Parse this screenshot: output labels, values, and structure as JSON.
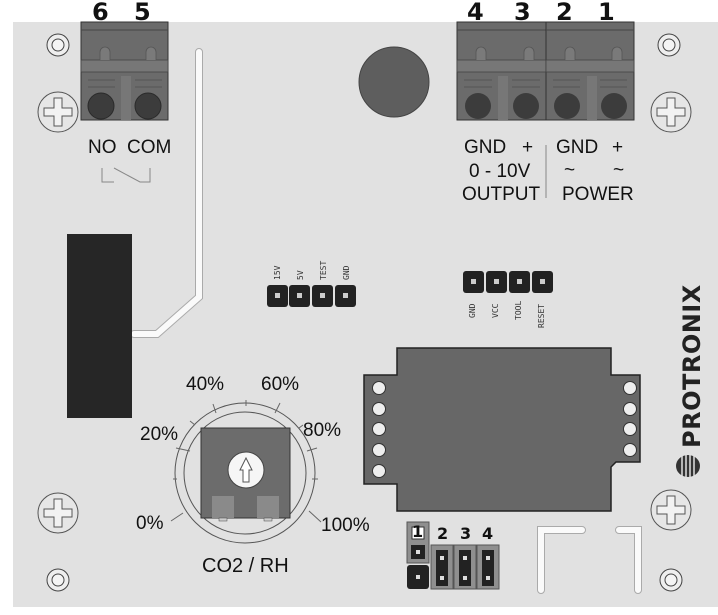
{
  "board": {
    "brand": "PROTRONIX",
    "colors": {
      "board": "#e1e1e1",
      "terminal": "#6b6b6b",
      "dark_component": "#262626",
      "module": "#676767",
      "button": "#5e5e5e"
    }
  },
  "relay_terminal": {
    "numbers": [
      "6",
      "5"
    ],
    "labels": [
      "NO",
      "COM"
    ],
    "symbol": "normally-open-switch-icon"
  },
  "output_terminal": {
    "numbers": [
      "4",
      "3"
    ],
    "labels": [
      "GND",
      "+"
    ],
    "range": "0 - 10V",
    "title": "OUTPUT"
  },
  "power_terminal": {
    "numbers": [
      "2",
      "1"
    ],
    "labels": [
      "GND",
      "+"
    ],
    "ac_marks": [
      "~",
      "~"
    ],
    "title": "POWER"
  },
  "header_left": {
    "pins": [
      "15V",
      "5V",
      "TEST",
      "GND"
    ]
  },
  "header_right": {
    "pins": [
      "GND",
      "VCC",
      "TOOL",
      "RESET"
    ]
  },
  "potentiometer": {
    "title": "CO2 / RH",
    "scale": [
      "0%",
      "20%",
      "40%",
      "60%",
      "80%",
      "100%"
    ]
  },
  "jumpers": {
    "labels": [
      "1",
      "2",
      "3",
      "4"
    ]
  }
}
